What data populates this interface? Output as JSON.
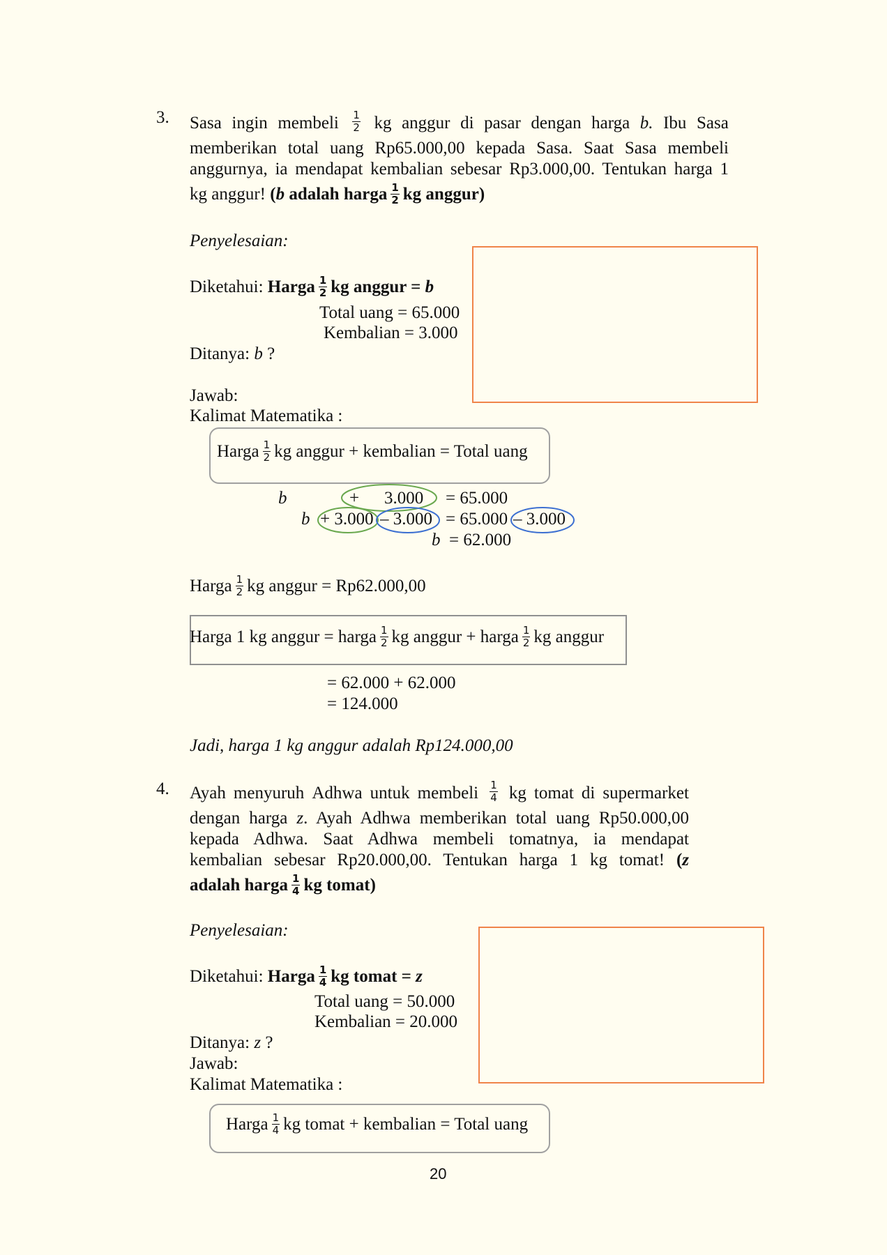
{
  "problem3": {
    "number": "3.",
    "line1": [
      "Sasa",
      "ingin",
      "membeli",
      "FRAC:1/2",
      "kg",
      "anggur",
      "di",
      "pasar",
      "dengan",
      "harga",
      "ITALIC:b.",
      "Ibu",
      "Sasa"
    ],
    "line2": "memberikan total uang Rp65.000,00 kepada Sasa. Saat Sasa membeli",
    "line3": "anggurnya, ia mendapat kembalian sebesar Rp3.000,00. Tentukan harga 1",
    "line4_a": "kg anggur!",
    "line4_b_prefix": "(",
    "line4_b_var": "b",
    "line4_b_mid": " adalah harga",
    "line4_b_suffix": "kg anggur)",
    "frac": {
      "n": "1",
      "d": "2"
    },
    "penyelesaian": "Penyelesaian:",
    "diketahui_label": "Diketahui:",
    "diketahui_harga": "Harga",
    "diketahui_harga_suffix": "kg anggur =",
    "diketahui_var": "b",
    "total_uang": "Total uang  = 65.000",
    "kembalian": "Kembalian = 3.000",
    "ditanya_label": "Ditanya:",
    "ditanya_var": "b",
    "ditanya_q": " ?",
    "jawab": "Jawab:",
    "kalimat": "Kalimat Matematika :",
    "box_harga": "Harga",
    "box_text": "kg anggur + kembalian = Total uang",
    "eq1_b": "b",
    "eq1_plus": "+",
    "eq1_val": "3.000",
    "eq1_rhs": "= 65.000",
    "eq2_b": "b",
    "eq2_p": "+ 3.000",
    "eq2_m": "– 3.000",
    "eq2_rhs": "= 65.000",
    "eq2_rhs_m": "– 3.000",
    "eq3_b": "b",
    "eq3_rhs": "= 62.000",
    "harga_half_a": "Harga",
    "harga_half_b": "kg anggur = Rp62.000,00",
    "box2_a": "Harga 1 kg anggur = harga",
    "box2_b": "kg anggur + harga",
    "box2_c": "kg anggur",
    "sum1": "= 62.000 + 62.000",
    "sum2": "= 124.000",
    "jadi": "Jadi, harga 1 kg anggur adalah Rp124.000,00"
  },
  "problem4": {
    "number": "4.",
    "line1": [
      "Ayah",
      "menyuruh",
      "Adhwa",
      "untuk",
      "membeli",
      "FRAC:1/4",
      "kg",
      "tomat",
      "di",
      "supermarket"
    ],
    "line2_a": "dengan harga",
    "line2_var": "z",
    "line2_b": ". Ayah Adhwa memberikan total uang Rp50.000,00",
    "line3": "kepada Adhwa. Saat Adhwa membeli tomatnya, ia mendapat",
    "line4_a": "kembalian sebesar Rp20.000,00. Tentukan harga 1 kg tomat!",
    "line4_b": "(",
    "line4_var": "z",
    "line5_a": "adalah harga",
    "line5_b": "kg tomat)",
    "frac": {
      "n": "1",
      "d": "4"
    },
    "penyelesaian": "Penyelesaian:",
    "diketahui_label": "Diketahui:",
    "diketahui_harga": "Harga",
    "diketahui_harga_suffix": "kg tomat =",
    "diketahui_var": "z",
    "total_uang": "Total uang  = 50.000",
    "kembalian": "Kembalian = 20.000",
    "ditanya_label": "Ditanya:",
    "ditanya_var": "z",
    "ditanya_q": " ?",
    "jawab": "Jawab:",
    "kalimat": "Kalimat Matematika :",
    "box_harga": "Harga",
    "box_text": "kg tomat + kembalian = Total uang"
  },
  "page_number": "20",
  "colors": {
    "background": "#fffdf0",
    "orange_box": "#f0844a",
    "green_circle": "#6aa84f",
    "blue_circle": "#3c6fd1"
  }
}
